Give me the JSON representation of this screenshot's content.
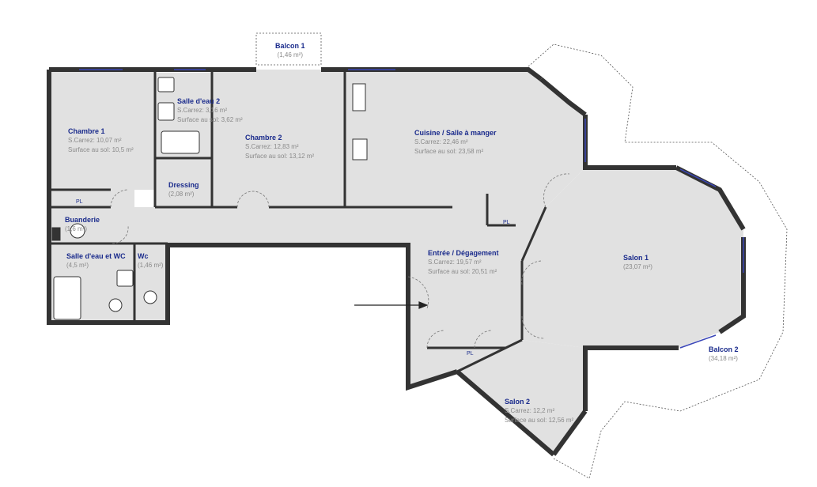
{
  "colors": {
    "wall": "#333333",
    "floor": "#e1e1e1",
    "window": "#3a46b8",
    "room_name": "#1a2b8c",
    "room_text": "#8a8a8a",
    "outline": "#555555"
  },
  "rooms": {
    "balcon1": {
      "name": "Balcon 1",
      "lines": [
        "(1,46 m²)"
      ]
    },
    "chambre1": {
      "name": "Chambre 1",
      "lines": [
        "S.Carrez: 10,07 m²",
        "Surface au sol: 10,5 m²"
      ]
    },
    "salleeau2": {
      "name": "Salle d'eau 2",
      "lines": [
        "S.Carrez: 3,16 m²",
        "Surface au sol: 3,62 m²"
      ]
    },
    "chambre2": {
      "name": "Chambre 2",
      "lines": [
        "S.Carrez: 12,83 m²",
        "Surface au sol: 13,12 m²"
      ]
    },
    "cuisine": {
      "name": "Cuisine / Salle à manger",
      "lines": [
        "S.Carrez: 22,46 m²",
        "Surface au sol: 23,58 m²"
      ]
    },
    "dressing": {
      "name": "Dressing",
      "lines": [
        "(2,08 m²)"
      ]
    },
    "buanderie": {
      "name": "Buanderie",
      "lines": [
        "(1,6 m²)"
      ]
    },
    "salleeauwc": {
      "name": "Salle d'eau et WC",
      "lines": [
        "(4,5 m²)"
      ]
    },
    "wc": {
      "name": "Wc",
      "lines": [
        "(1,46 m²)"
      ]
    },
    "entree": {
      "name": "Entrée / Dégagement",
      "lines": [
        "S.Carrez: 19,57 m²",
        "Surface au sol: 20,51 m²"
      ]
    },
    "salon1": {
      "name": "Salon 1",
      "lines": [
        "(23,07 m²)"
      ]
    },
    "salon2": {
      "name": "Salon 2",
      "lines": [
        "S.Carrez: 12,2 m²",
        "Surface au sol: 12,56 m²"
      ]
    },
    "balcon2": {
      "name": "Balcon 2",
      "lines": [
        "(34,18 m²)"
      ]
    }
  },
  "closets": {
    "pl_chambre1": "PL",
    "pl_cuisine": "PL",
    "pl_entree": "PL"
  }
}
